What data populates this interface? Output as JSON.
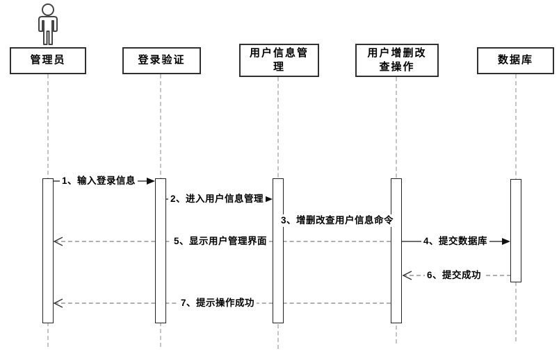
{
  "diagram": {
    "type": "uml-sequence-diagram",
    "participants": [
      {
        "label": "管理员",
        "kind": "actor"
      },
      {
        "label": "登录验证",
        "kind": "object"
      },
      {
        "label": "用户信息管\n理",
        "kind": "object"
      },
      {
        "label": "用户增删改\n查操作",
        "kind": "object"
      },
      {
        "label": "数据库",
        "kind": "object"
      }
    ],
    "messages": [
      {
        "num": "1",
        "label": "1、输入登录信息",
        "from": "管理员",
        "to": "登录验证",
        "style": "solid"
      },
      {
        "num": "2",
        "label": "2、进入用户信息管理",
        "from": "登录验证",
        "to": "用户信息管理",
        "style": "solid"
      },
      {
        "num": "3",
        "label": "3、增删改查用户信息命令",
        "from": "用户信息管理",
        "to": "用户增删改查操作",
        "style": "solid"
      },
      {
        "num": "4",
        "label": "4、提交数据库",
        "from": "用户增删改查操作",
        "to": "数据库",
        "style": "solid"
      },
      {
        "num": "5",
        "label": "5、显示用户管理界面",
        "from": "用户增删改查操作",
        "to": "管理员",
        "style": "dashed-return"
      },
      {
        "num": "6",
        "label": "6、提交成功",
        "from": "数据库",
        "to": "用户增删改查操作",
        "style": "dashed-return"
      },
      {
        "num": "7",
        "label": "7、提示操作成功",
        "from": "用户增删改查操作",
        "to": "管理员",
        "style": "dashed-return"
      }
    ],
    "icons": {
      "actor": "actor-icon",
      "filled_arrowhead": "filled-arrowhead-icon",
      "open_arrowhead": "open-arrowhead-icon"
    },
    "colors": {
      "background": "#ffffff",
      "border": "#2f2f2f",
      "solid_line": "#6e6e6e",
      "arrowhead": "#111111",
      "return_dash": "#b0b0b0",
      "lifeline_dash": "#c4c4c4",
      "text": "#000000"
    }
  }
}
